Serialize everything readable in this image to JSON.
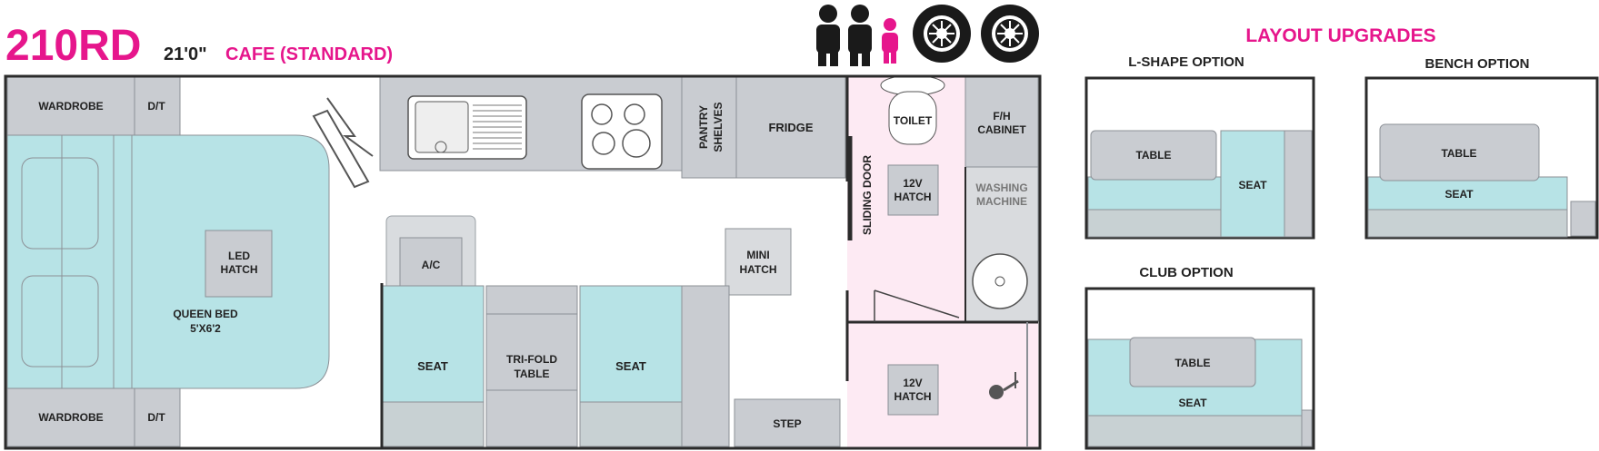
{
  "header": {
    "model": "210RD",
    "length": "21'0\"",
    "variant": "CAFE (STANDARD)"
  },
  "icons": {
    "people": [
      "adult-person-icon",
      "adult-person-icon",
      "child-person-icon"
    ],
    "wheels": [
      "offroad-tyre-icon",
      "offroad-tyre-icon"
    ]
  },
  "floorplan": {
    "wardrobe_top": "WARDROBE",
    "dt_top": "D/T",
    "wardrobe_bottom": "WARDROBE",
    "dt_bottom": "D/T",
    "led_hatch_line1": "LED",
    "led_hatch_line2": "HATCH",
    "queen_bed_line1": "QUEEN BED",
    "queen_bed_line2": "5'X6'2",
    "pantry_line1": "PANTRY",
    "pantry_line2": "SHELVES",
    "fridge": "FRIDGE",
    "toilet": "TOILET",
    "fh_cabinet_line1": "F/H",
    "fh_cabinet_line2": "CABINET",
    "washing_line1": "WASHING",
    "washing_line2": "MACHINE",
    "sliding_door": "SLIDING DOOR",
    "hatch12v_top_line1": "12V",
    "hatch12v_top_line2": "HATCH",
    "hatch12v_bottom_line1": "12V",
    "hatch12v_bottom_line2": "HATCH",
    "ac": "A/C",
    "mini_hatch_line1": "MINI",
    "mini_hatch_line2": "HATCH",
    "seat_left": "SEAT",
    "trifold_line1": "TRI-FOLD",
    "trifold_line2": "TABLE",
    "seat_right": "SEAT",
    "step": "STEP"
  },
  "upgrades": {
    "title": "LAYOUT UPGRADES",
    "lshape": {
      "title": "L-SHAPE OPTION",
      "table": "TABLE",
      "seat": "SEAT"
    },
    "bench": {
      "title": "BENCH OPTION",
      "table": "TABLE",
      "seat": "SEAT"
    },
    "club": {
      "title": "CLUB OPTION",
      "table": "TABLE",
      "seat": "SEAT"
    }
  },
  "colors": {
    "brand_pink": "#e6168c",
    "cabinet_gray": "#c9ccd1",
    "seat_teal": "#b7e3e6",
    "bathroom_pink": "#fdeaf3",
    "outline": "#2b2b2b"
  }
}
